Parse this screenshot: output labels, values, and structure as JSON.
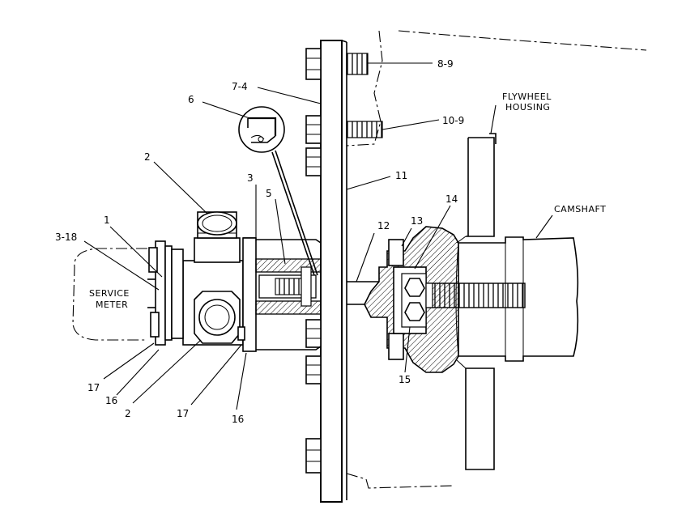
{
  "diagram": {
    "callouts": {
      "c_8_9": "8-9",
      "c_7_4": "7-4",
      "c_10_9": "10-9",
      "c_6": "6",
      "c_2_top": "2",
      "c_11": "11",
      "c_3": "3",
      "c_5": "5",
      "c_14": "14",
      "c_12": "12",
      "c_13": "13",
      "c_1": "1",
      "c_3_18": "3-18",
      "c_17_left": "17",
      "c_16_left": "16",
      "c_2_bottom": "2",
      "c_17_bottom": "17",
      "c_16_bottom": "16",
      "c_15": "15"
    },
    "labels": {
      "flywheel_line1": "FLYWHEEL",
      "flywheel_line2": "HOUSING",
      "camshaft": "CAMSHAFT",
      "service_line1": "SERVICE",
      "service_line2": "METER"
    }
  }
}
